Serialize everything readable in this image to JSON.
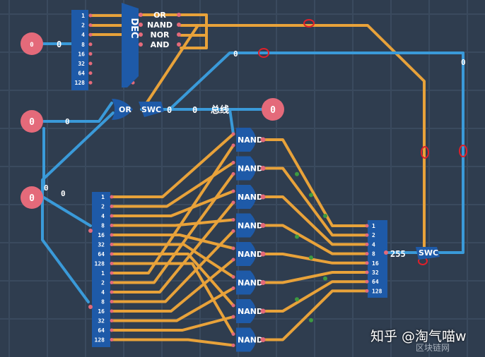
{
  "colors": {
    "board": "#2f3d4f",
    "wire_orange": "#e8a23a",
    "wire_blue": "#3a9ad9",
    "chip": "#1e5aa8",
    "node": "#e46a7a",
    "highlight": "#e0202a"
  },
  "inputs": {
    "top_input": {
      "value": "0"
    },
    "top_input_out": "0",
    "left_top": "0",
    "left_mid": "0"
  },
  "dec_chip": {
    "label": "DEC",
    "pins": [
      "1",
      "2",
      "4",
      "8",
      "16",
      "32",
      "64",
      "128"
    ],
    "ops": [
      "OR",
      "NAND",
      "NOR",
      "AND"
    ]
  },
  "or_gate": {
    "label": "OR"
  },
  "swc_top": {
    "label": "SWC",
    "out": "0"
  },
  "bus": {
    "value": "0",
    "label": "总线",
    "end": "0"
  },
  "wire_labels": {
    "left_top_out": "0",
    "left_mid_a": "0",
    "left_mid_b": "0",
    "top_right": "0",
    "right_edge": "0"
  },
  "split_a": {
    "pins": [
      "1",
      "2",
      "4",
      "8",
      "16",
      "32",
      "64",
      "128"
    ]
  },
  "split_b": {
    "pins": [
      "1",
      "2",
      "4",
      "8",
      "16",
      "32",
      "64",
      "128"
    ]
  },
  "nand_gates": [
    "NAND",
    "NAND",
    "NAND",
    "NAND",
    "NAND",
    "NAND",
    "NAND",
    "NAND"
  ],
  "merge": {
    "pins": [
      "1",
      "2",
      "4",
      "8",
      "16",
      "32",
      "64",
      "128"
    ],
    "out": "255"
  },
  "swc_right": {
    "label": "SWC"
  },
  "watermark": {
    "text": "知乎 @淘气喵w",
    "sub": "区块链网"
  }
}
